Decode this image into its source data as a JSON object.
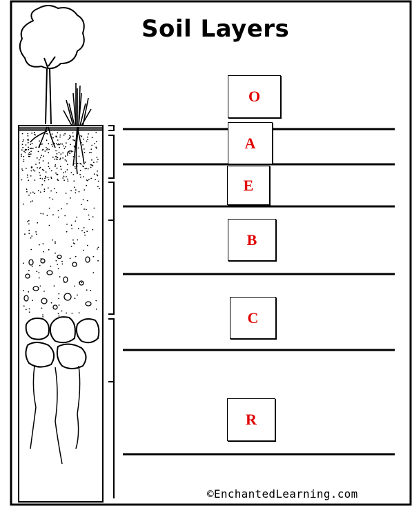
{
  "title": "Soil Layers",
  "credit": "©EnchantedLearning.com",
  "layers": [
    {
      "label": "O"
    },
    {
      "label": "A"
    },
    {
      "label": "E"
    },
    {
      "label": "B"
    },
    {
      "label": "C"
    },
    {
      "label": "R"
    }
  ],
  "colors": {
    "label_text": "#e00000",
    "line": "#000000"
  }
}
